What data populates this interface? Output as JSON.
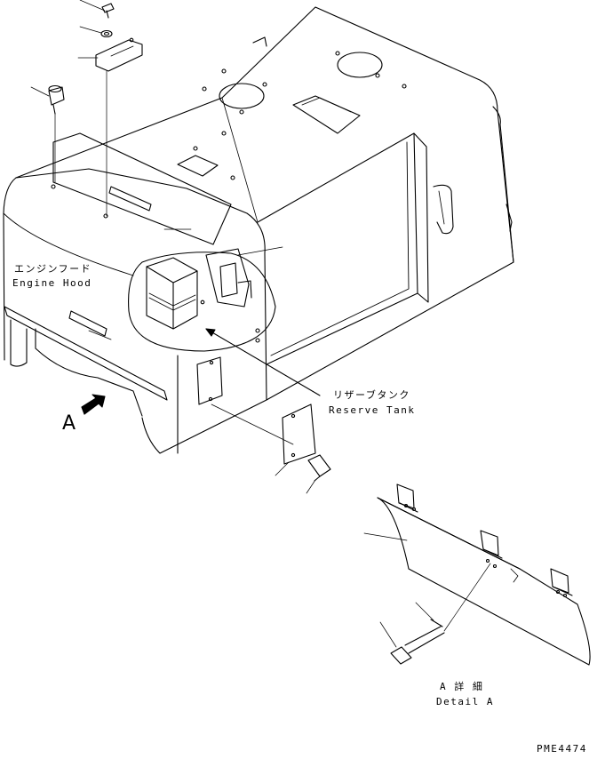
{
  "labels": {
    "engine_hood_jp": "エンジンフード",
    "engine_hood_en": "Engine Hood",
    "reserve_tank_jp": "リザーブタンク",
    "reserve_tank_en": "Reserve Tank",
    "view_arrow": "A",
    "detail_jp": "A 詳 細",
    "detail_en": "Detail A",
    "drawing_number": "PME4474"
  }
}
